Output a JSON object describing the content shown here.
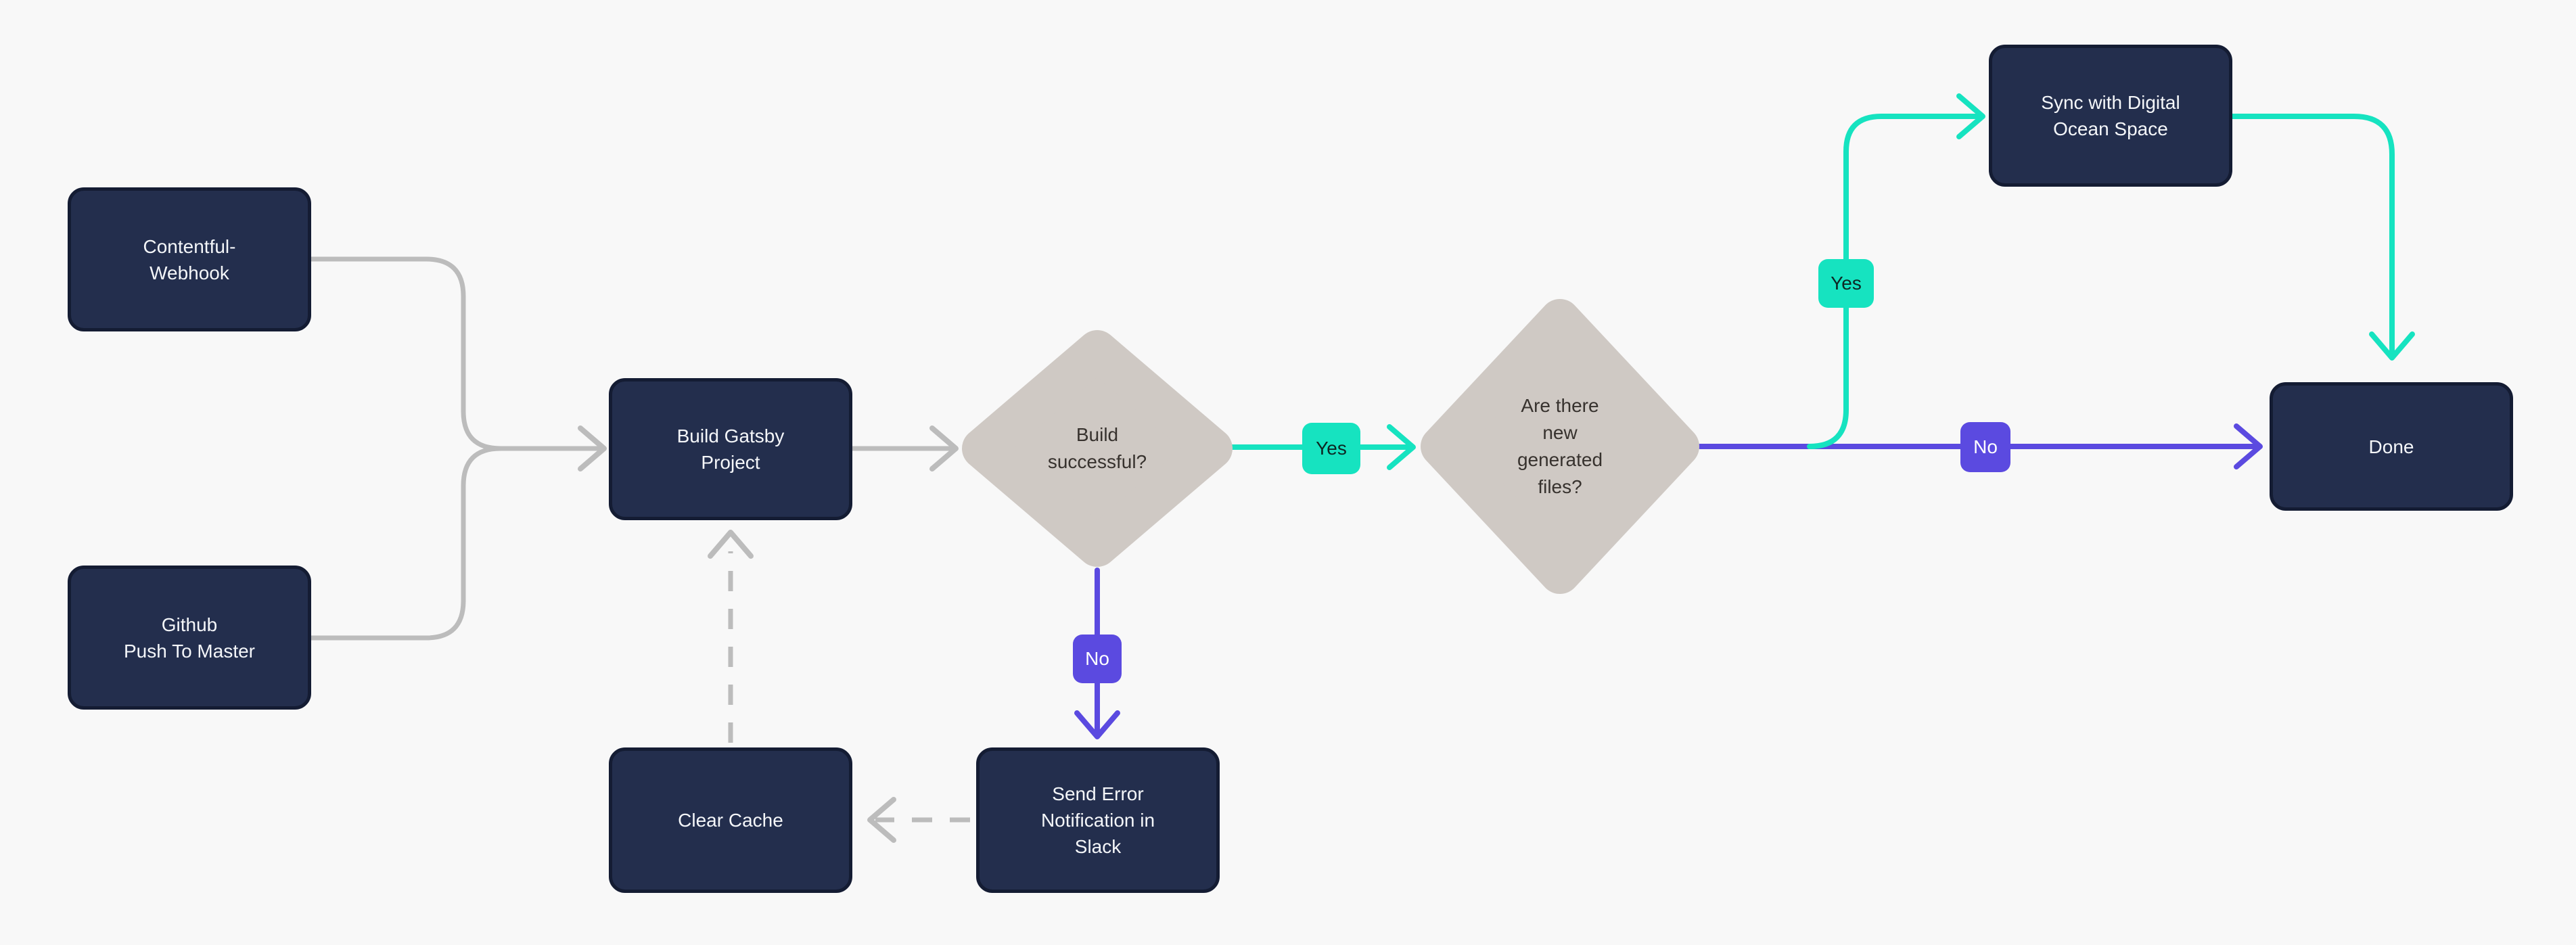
{
  "diagram": {
    "background_color": "#f8f8f8",
    "colors": {
      "node_fill": "#232e4d",
      "node_border": "#141c33",
      "node_text": "#f4f6f9",
      "diamond_fill": "#cfc9c4",
      "diamond_text": "#37322e",
      "teal_accent": "#16e3c0",
      "purple_accent": "#5b4ae0",
      "gray_connector": "#bcbcbc"
    },
    "nodes": {
      "contentful_webhook": {
        "label": "Contentful-\nWebhook"
      },
      "github_push": {
        "label": "Github\nPush To Master"
      },
      "build_gatsby": {
        "label": "Build Gatsby\nProject"
      },
      "build_successful": {
        "label": "Build\nsuccessful?"
      },
      "new_files": {
        "label": "Are there\nnew\ngenerated\nfiles?"
      },
      "sync_space": {
        "label": "Sync with Digital\nOcean Space"
      },
      "done": {
        "label": "Done"
      },
      "send_error": {
        "label": "Send Error\nNotification in\nSlack"
      },
      "clear_cache": {
        "label": "Clear Cache"
      }
    },
    "edge_labels": {
      "yes_build": {
        "label": "Yes"
      },
      "no_build": {
        "label": "No"
      },
      "yes_files": {
        "label": "Yes"
      },
      "no_files": {
        "label": "No"
      }
    }
  }
}
